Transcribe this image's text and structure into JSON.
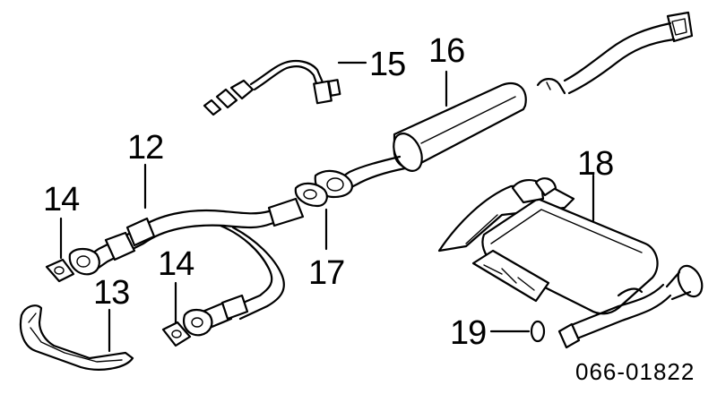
{
  "diagram": {
    "parts": [
      {
        "id": "12",
        "label": "12"
      },
      {
        "id": "13",
        "label": "13"
      },
      {
        "id": "14a",
        "label": "14"
      },
      {
        "id": "14b",
        "label": "14"
      },
      {
        "id": "15",
        "label": "15"
      },
      {
        "id": "16",
        "label": "16"
      },
      {
        "id": "17",
        "label": "17"
      },
      {
        "id": "18",
        "label": "18"
      },
      {
        "id": "19",
        "label": "19"
      }
    ],
    "reference_code": "066-01822"
  }
}
